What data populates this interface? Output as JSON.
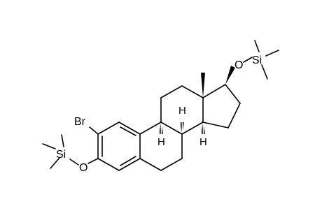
{
  "molecule": {
    "atom_labels": {
      "br": "Br",
      "o3": "O",
      "si3": "Si",
      "o17": "O",
      "si17": "Si",
      "h9": "H",
      "h8": "H",
      "h14": "H"
    }
  }
}
